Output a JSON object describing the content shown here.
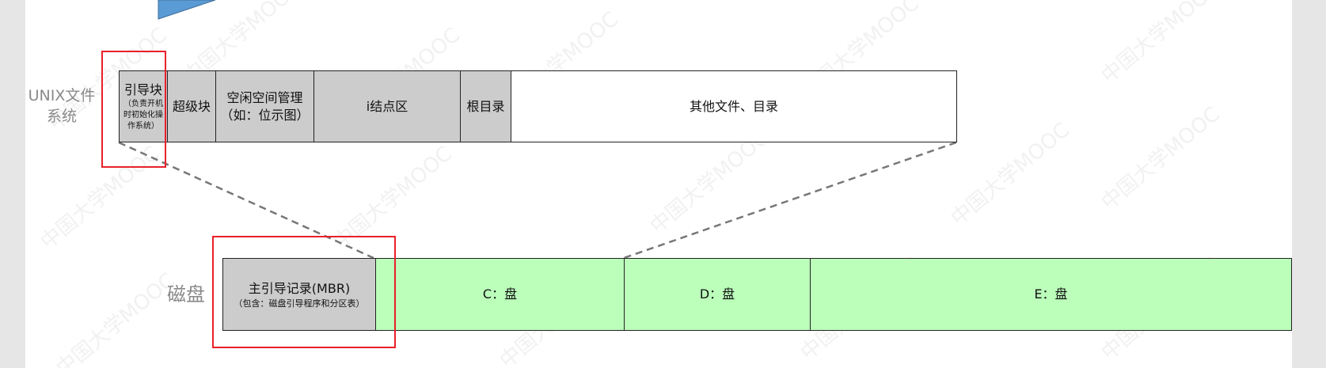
{
  "unix_label_line1": "UNIX文件",
  "unix_label_line2": "系统",
  "disk_label": "磁盘",
  "fs_blocks": {
    "boot_title": "引导块",
    "boot_note_1": "（负责开机",
    "boot_note_2": "时初始化操",
    "boot_note_3": "作系统）",
    "superblock": "超级块",
    "free_space_1": "空闲空间管理",
    "free_space_2": "（如：位示图）",
    "inode_area": "i结点区",
    "root_dir": "根目录",
    "other": "其他文件、目录"
  },
  "disk_blocks": {
    "mbr_title": "主引导记录(MBR)",
    "mbr_note": "（包含：磁盘引导程序和分区表）",
    "c": "C：盘",
    "d": "D：盘",
    "e": "E：盘"
  },
  "watermark_text": "中国大学MOOC",
  "colors": {
    "gray_block": "#cccccc",
    "green_block": "#bbffbb",
    "highlight": "#e8202a",
    "top_shape": "#5b9bd5"
  }
}
